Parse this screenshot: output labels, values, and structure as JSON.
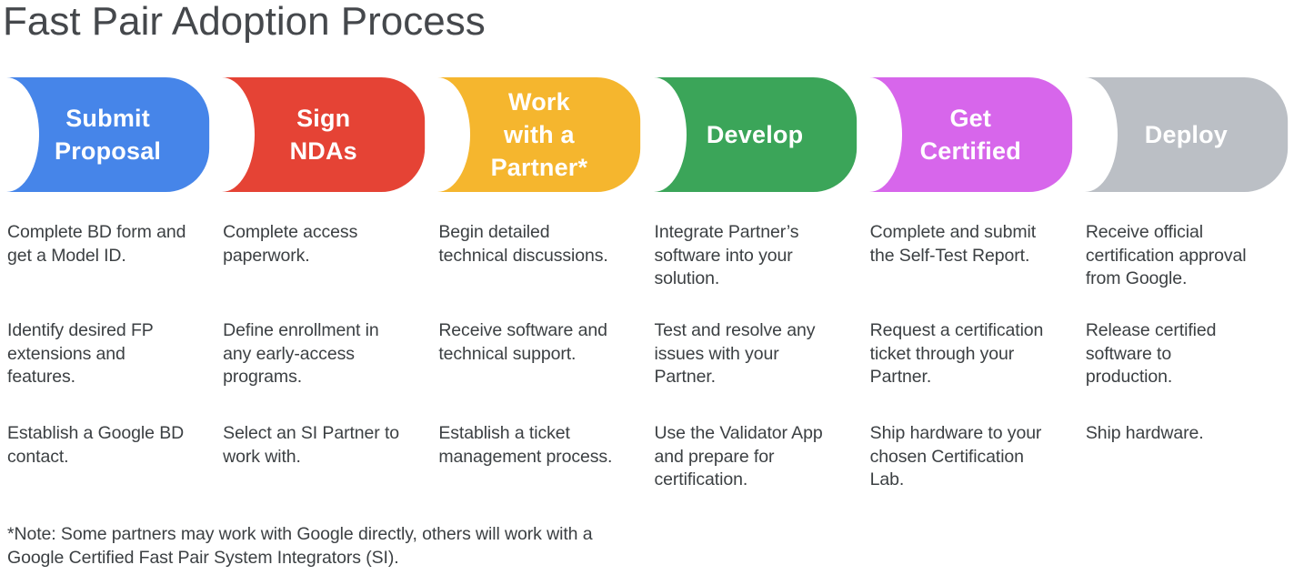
{
  "title": "Fast Pair Adoption Process",
  "stages": [
    {
      "label": "Submit\nProposal",
      "color": "#4685E9",
      "bullets": [
        "Complete BD form and\nget a Model ID.",
        "Identify desired FP\nextensions and\nfeatures.",
        "Establish a Google BD\ncontact."
      ]
    },
    {
      "label": "Sign\nNDAs",
      "color": "#E54335",
      "bullets": [
        "Complete access\npaperwork.",
        "Define enrollment in\nany early-access\nprograms.",
        "Select an SI Partner to\nwork with."
      ]
    },
    {
      "label": "Work\nwith a\nPartner*",
      "color": "#F5B62E",
      "bullets": [
        "Begin detailed\ntechnical discussions.",
        "Receive software and\ntechnical support.",
        "Establish a ticket\nmanagement process."
      ]
    },
    {
      "label": "Develop",
      "color": "#3BA559",
      "bullets": [
        "Integrate Partner’s\nsoftware into your\nsolution.",
        "Test and resolve any\nissues with your\nPartner.",
        "Use the Validator App\nand prepare for\ncertification."
      ]
    },
    {
      "label": "Get\nCertified",
      "color": "#D766EB",
      "bullets": [
        "Complete and submit\nthe Self-Test Report.",
        "Request a certification\nticket through your\nPartner.",
        "Ship hardware to your\nchosen Certification\nLab."
      ]
    },
    {
      "label": "Deploy",
      "color": "#BBBFC5",
      "bullets": [
        "Receive official\ncertification approval\nfrom Google.",
        "Release certified\nsoftware to\nproduction.",
        "Ship hardware."
      ]
    }
  ],
  "footnote": "*Note: Some partners may work with Google directly, others will work with a\nGoogle Certified Fast Pair System Integrators (SI)."
}
